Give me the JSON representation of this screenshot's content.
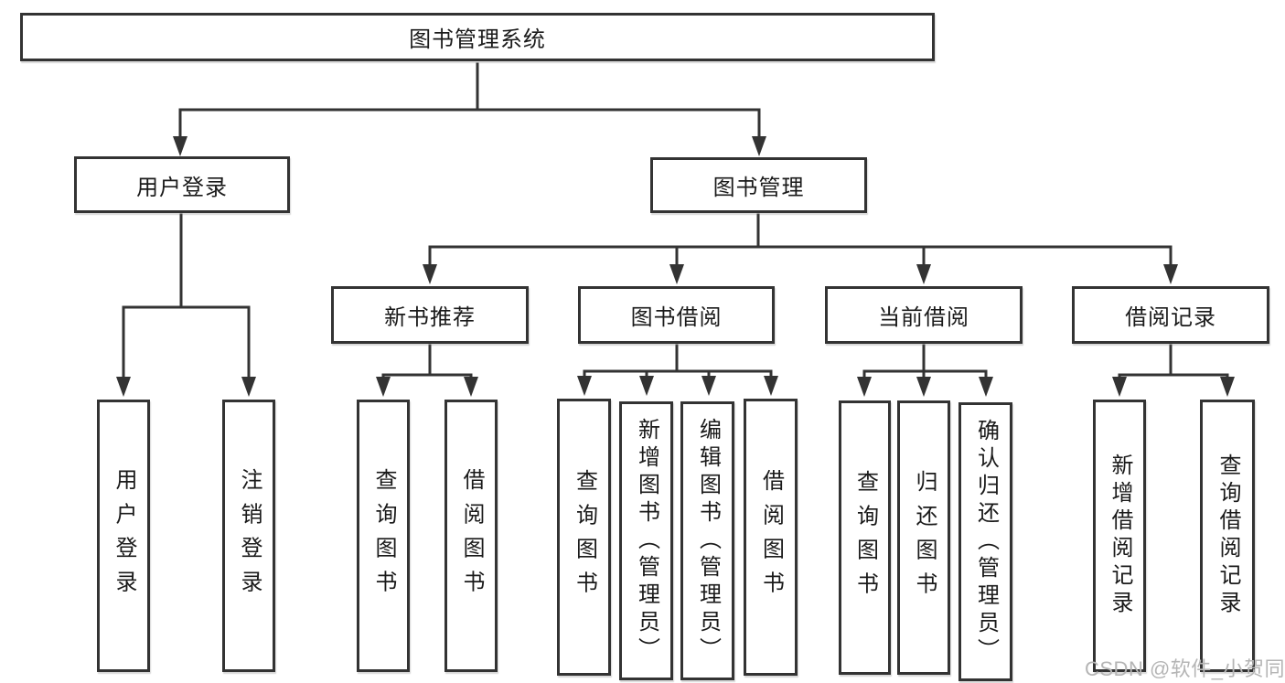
{
  "colors": {
    "line": "#333333",
    "border": "#333333",
    "text": "#1a1a1a",
    "watermark": "#b5b5b5",
    "bg": "#ffffff"
  },
  "tree": {
    "root": {
      "label": "图书管理系统"
    },
    "branches": [
      {
        "label": "用户登录",
        "leaves": [
          {
            "label": "用户登录"
          },
          {
            "label": "注销登录"
          }
        ]
      },
      {
        "label": "图书管理",
        "groups": [
          {
            "label": "新书推荐",
            "leaves": [
              {
                "label": "查询图书"
              },
              {
                "label": "借阅图书"
              }
            ]
          },
          {
            "label": "图书借阅",
            "leaves": [
              {
                "label": "查询图书"
              },
              {
                "label": "新增图书（管理员）"
              },
              {
                "label": "编辑图书（管理员）"
              },
              {
                "label": "借阅图书"
              }
            ]
          },
          {
            "label": "当前借阅",
            "leaves": [
              {
                "label": "查询图书"
              },
              {
                "label": "归还图书"
              },
              {
                "label": "确认归还（管理员）"
              }
            ]
          },
          {
            "label": "借阅记录",
            "leaves": [
              {
                "label": "新增借阅记录"
              },
              {
                "label": "查询借阅记录"
              }
            ]
          }
        ]
      }
    ]
  },
  "watermark": {
    "text": "CSDN @软件_小贺同学"
  }
}
